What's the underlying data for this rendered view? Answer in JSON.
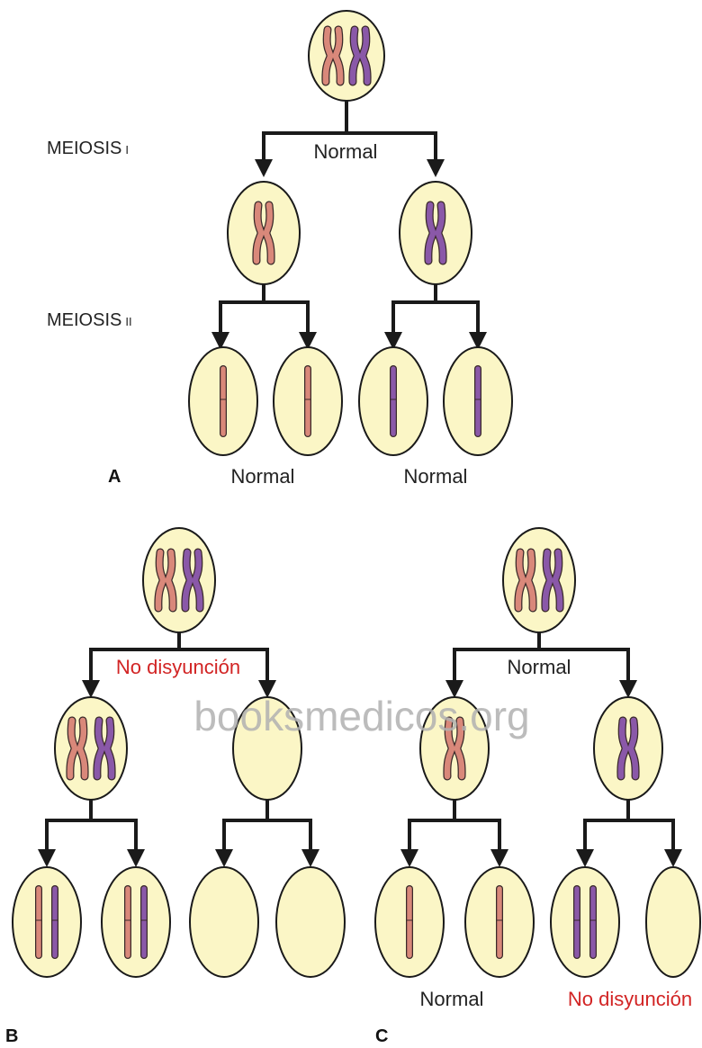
{
  "panel_a": {
    "label": "A",
    "meiosis_1_label": "MEIOSIS",
    "meiosis_1_numeral": "I",
    "meiosis_2_label": "MEIOSIS",
    "meiosis_2_numeral": "II",
    "branch_label": "Normal",
    "outcome_left": "Normal",
    "outcome_right": "Normal"
  },
  "panel_b": {
    "label": "B",
    "branch_label": "No disyunción"
  },
  "panel_c": {
    "label": "C",
    "branch_label": "Normal",
    "outcome_left": "Normal",
    "outcome_right": "No disyunción"
  },
  "watermark": "booksmedicos.org",
  "colors": {
    "cell_fill": "#fbf6c6",
    "cell_stroke": "#1a1a1a",
    "chromosome_maternal": "#d9887a",
    "chromosome_paternal": "#8a58a8",
    "label_normal": "#222222",
    "label_error": "#d22424",
    "watermark": "#b0b0b0"
  }
}
